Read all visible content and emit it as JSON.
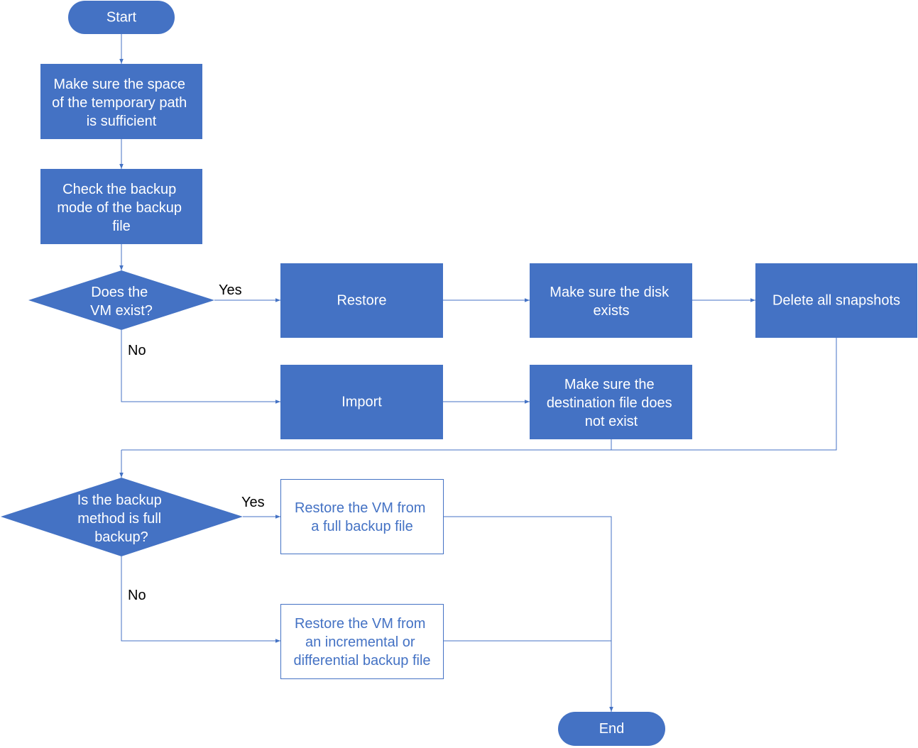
{
  "colors": {
    "accent": "#4472c4",
    "background": "#ffffff",
    "on_accent": "#ffffff"
  },
  "nodes": {
    "start": "Start",
    "check_space": [
      "Make sure the space",
      "of the temporary path",
      "is sufficient"
    ],
    "check_mode": [
      "Check the backup",
      "mode of the backup",
      "file"
    ],
    "vm_exist": [
      "Does the",
      "VM exist?"
    ],
    "restore": "Restore",
    "disk_exists": [
      "Make sure the disk",
      "exists"
    ],
    "delete_snapshots": "Delete all snapshots",
    "import": "Import",
    "dest_not_exist": [
      "Make sure the",
      "destination file does",
      "not exist"
    ],
    "full_backup_q": [
      "Is the backup",
      "method is full",
      "backup?"
    ],
    "restore_full": [
      "Restore the VM from",
      "a full backup file"
    ],
    "restore_incr": [
      "Restore the VM from",
      "an incremental or",
      "differential backup file"
    ],
    "end": "End"
  },
  "edge_labels": {
    "vm_yes": "Yes",
    "vm_no": "No",
    "full_yes": "Yes",
    "full_no": "No"
  }
}
